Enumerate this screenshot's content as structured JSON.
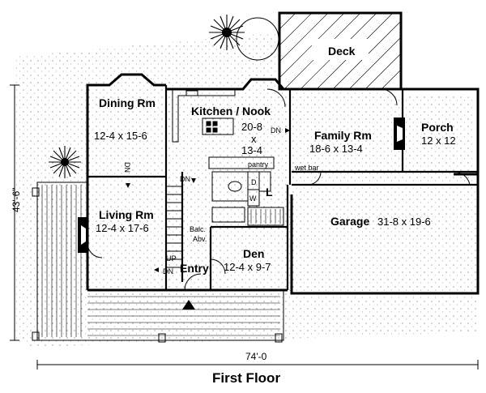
{
  "title": "First Floor",
  "dimensions": {
    "width": "74'-0",
    "depth": "43'-6\""
  },
  "rooms": {
    "deck": {
      "name": "Deck"
    },
    "dining": {
      "name": "Dining Rm",
      "size": "12-4 x 15-6"
    },
    "kitchen": {
      "name": "Kitchen / Nook",
      "size_a": "20-8",
      "size_x": "x",
      "size_b": "13-4"
    },
    "family": {
      "name": "Family Rm",
      "size": "18-6 x 13-4"
    },
    "porch": {
      "name": "Porch",
      "size": "12 x 12"
    },
    "living": {
      "name": "Living Rm",
      "size": "12-4 x 17-6"
    },
    "garage": {
      "name": "Garage",
      "size": "31-8 x 19-6"
    },
    "den": {
      "name": "Den",
      "size": "12-4 x 9-7"
    },
    "entry": {
      "name": "Entry"
    }
  },
  "labels": {
    "dn_kitchen": "DN",
    "dn_dining": "DN",
    "dn_stair": "DN",
    "dn_entry": "DN",
    "up": "UP",
    "pantry": "pantry",
    "wet_bar": "wet bar",
    "d": "D",
    "w": "W",
    "l": "L",
    "balc": "Balc.",
    "abv": "Abv."
  }
}
